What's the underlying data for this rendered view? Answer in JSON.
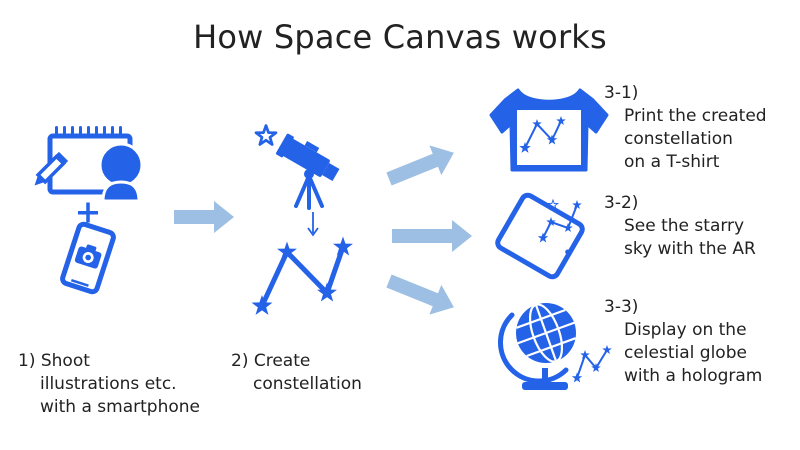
{
  "title": "How Space Canvas works",
  "colors": {
    "icon_blue": "#2462e8",
    "arrow_blue": "#9dbfe3",
    "text": "#222222"
  },
  "steps": {
    "step1": {
      "number": "1)",
      "lines": [
        "Shoot",
        "illustrations etc.",
        "with a smartphone"
      ],
      "icons": [
        "sketchbook-icon",
        "pencil-icon",
        "person-icon",
        "plus-icon",
        "smartphone-camera-icon"
      ]
    },
    "step2": {
      "number": "2)",
      "lines": [
        "Create",
        "constellation"
      ],
      "icons": [
        "telescope-icon",
        "star-outline-icon",
        "down-arrow-icon",
        "constellation-icon"
      ]
    },
    "step3_1": {
      "number": "3-1)",
      "lines": [
        "Print the created",
        "constellation",
        "on a T-shirt"
      ],
      "icons": [
        "tshirt-icon"
      ]
    },
    "step3_2": {
      "number": "3-2)",
      "lines": [
        "See the starry",
        "sky with the AR"
      ],
      "icons": [
        "ar-phone-icon"
      ]
    },
    "step3_3": {
      "number": "3-3)",
      "lines": [
        "Display on the",
        "celestial globe",
        "with a hologram"
      ],
      "icons": [
        "globe-icon"
      ]
    }
  }
}
